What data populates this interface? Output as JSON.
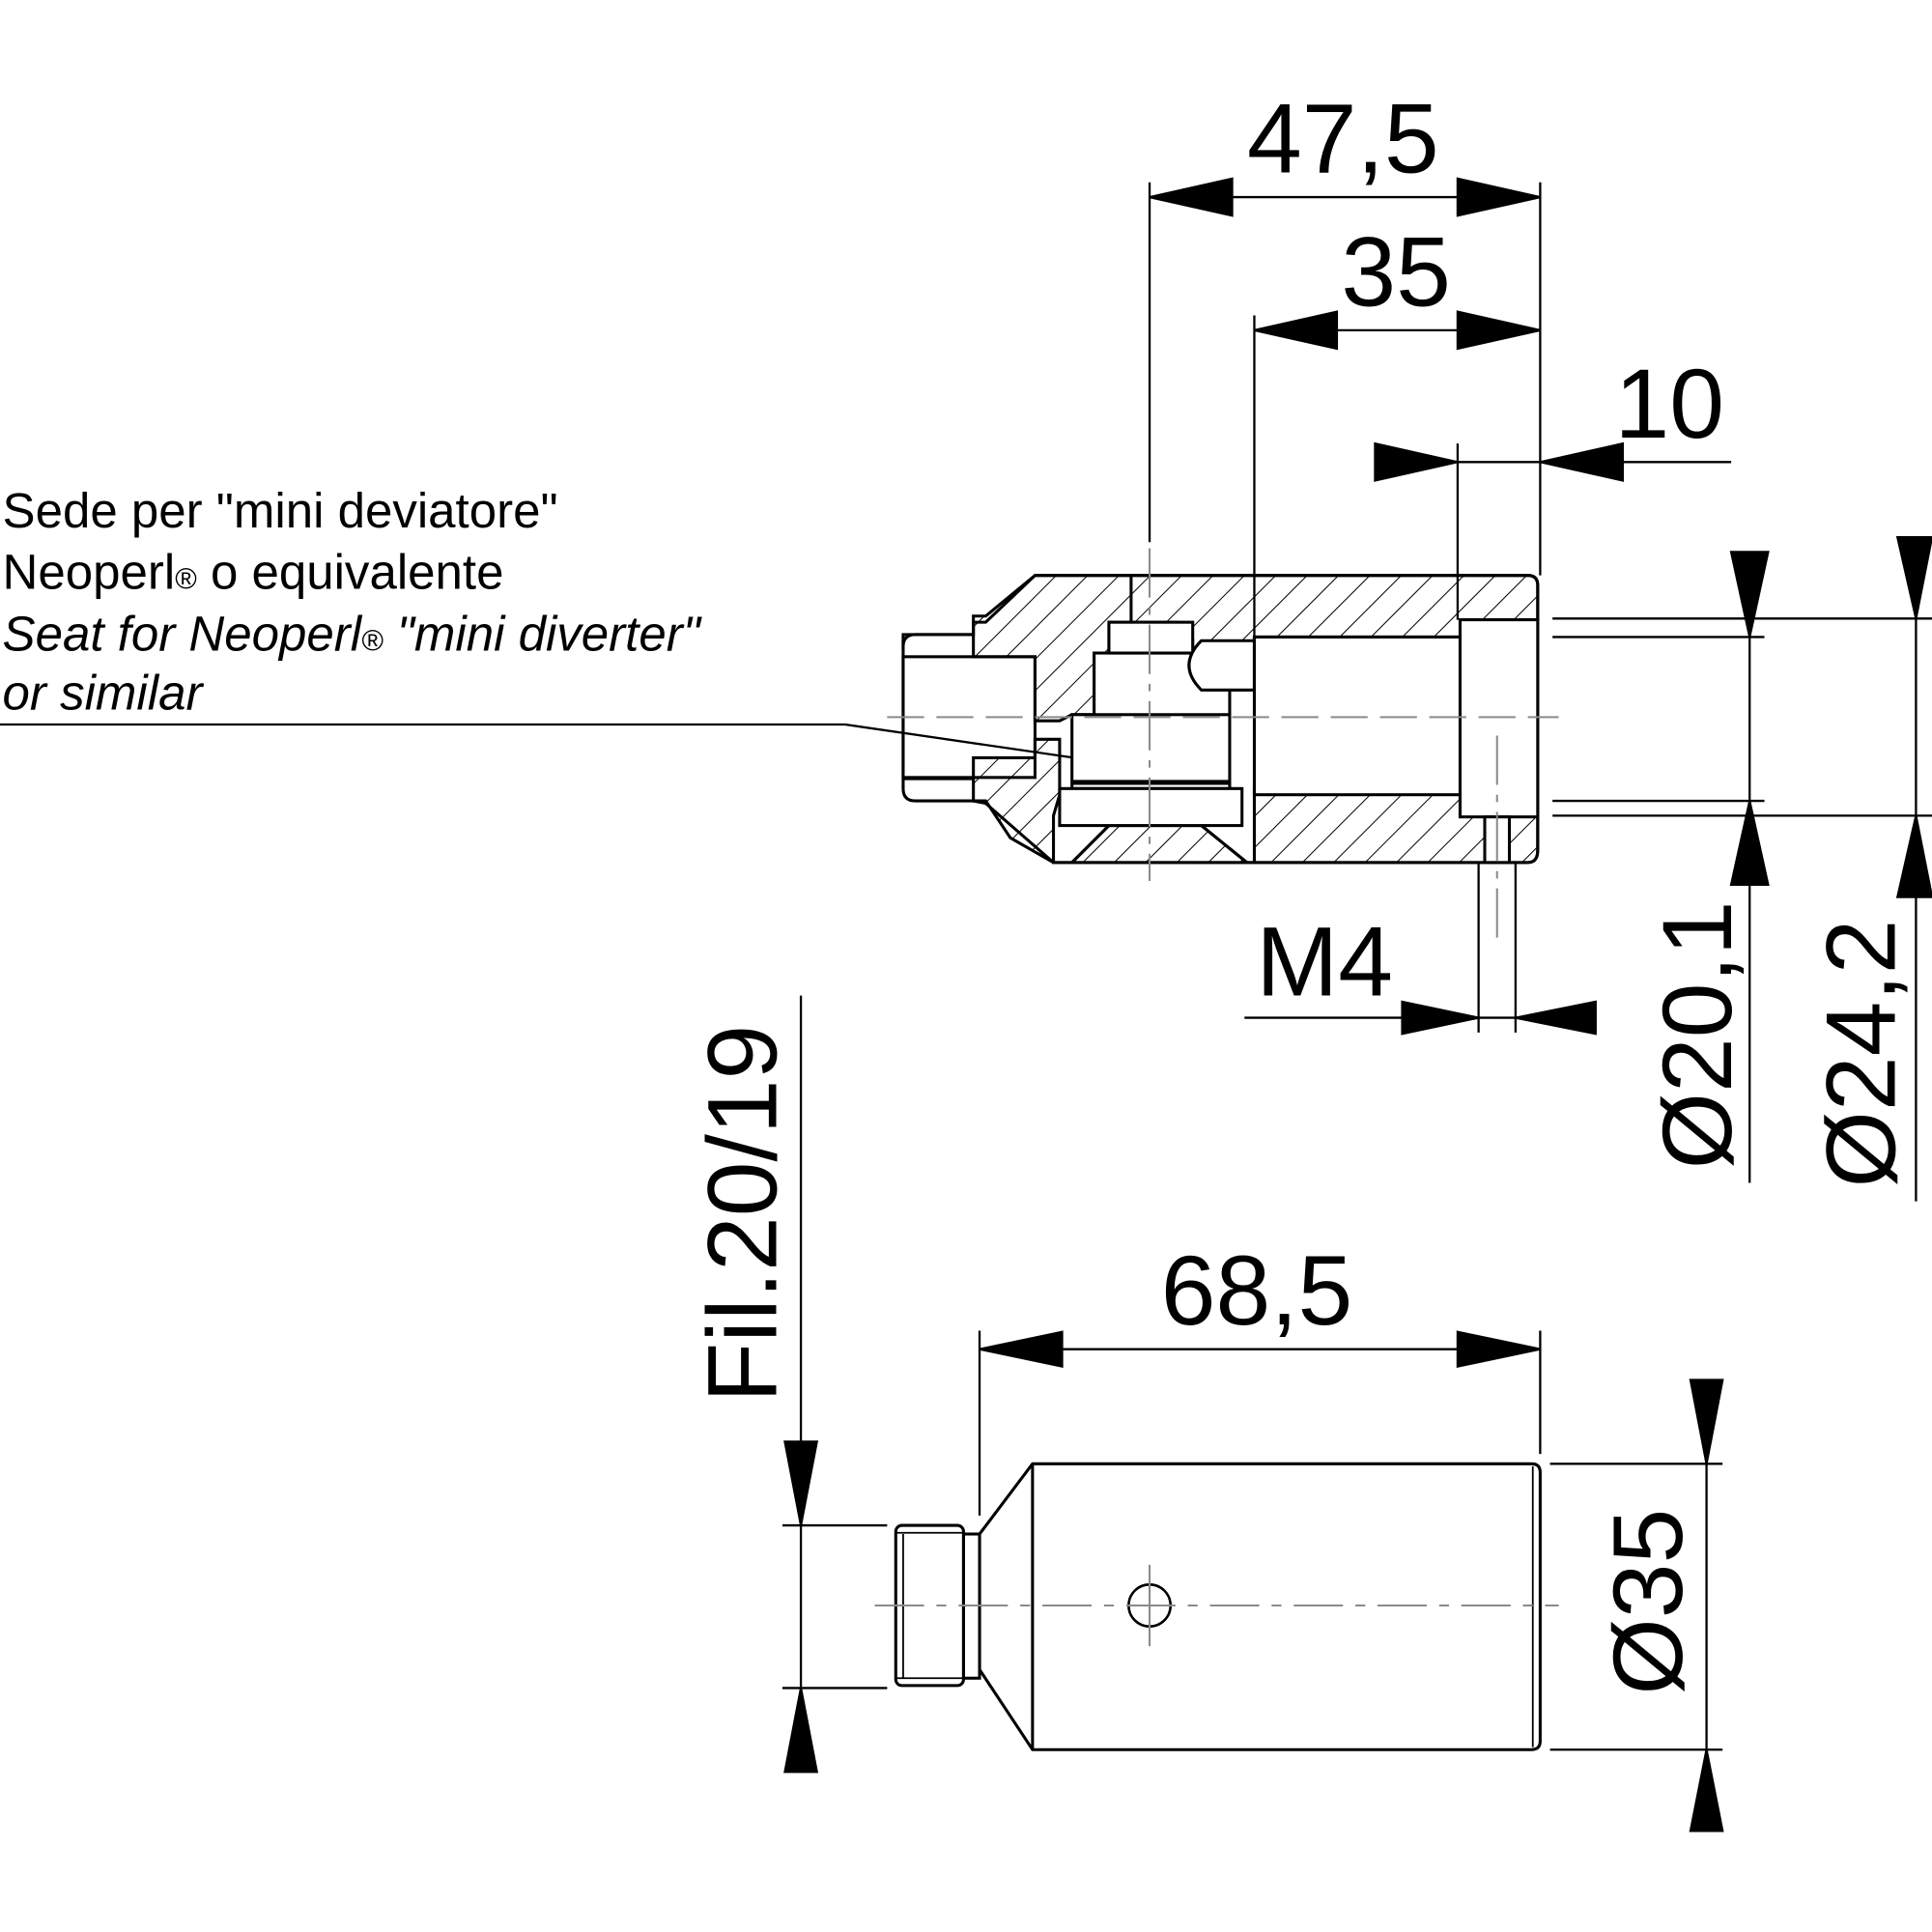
{
  "drawing": {
    "type": "technical-drawing",
    "views": [
      "section-view",
      "side-view"
    ],
    "colors": {
      "line": "#000000",
      "centerline": "#8a8a8a",
      "background": "#ffffff"
    }
  },
  "note": {
    "line1": "Sede per \"mini deviatore\"",
    "line2_a": "Neoperl",
    "line2_reg": "®",
    "line2_b": " o equivalente",
    "line3_a": "Seat for Neoperl",
    "line3_reg": "®",
    "line3_b": " \"mini diverter\"",
    "line4": "or similar"
  },
  "dimensions": {
    "d47_5": "47,5",
    "d35": "35",
    "d10": "10",
    "m4": "M4",
    "dia20_1": "Ø20,1",
    "dia24_2": "Ø24,2",
    "thread": "Fil.20/19",
    "d68_5": "68,5",
    "dia35": "Ø35"
  }
}
